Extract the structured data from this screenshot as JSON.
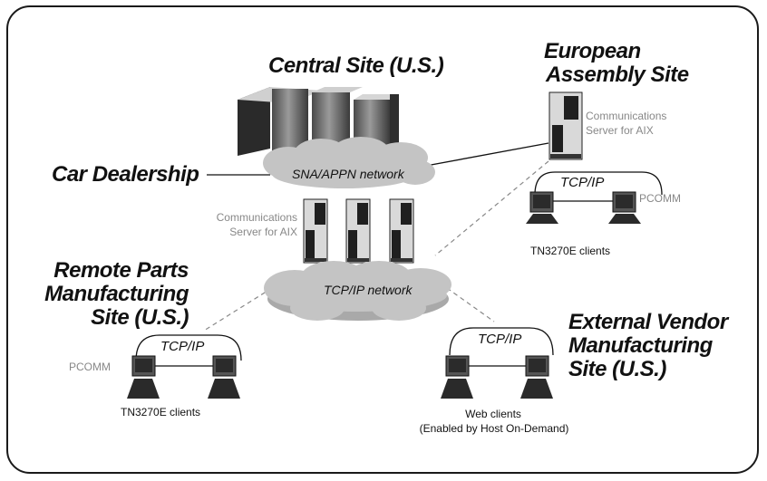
{
  "sites": {
    "central": "Central Site (U.S.)",
    "european_line1": "European",
    "european_line2": "Assembly Site",
    "dealership": "Car Dealership",
    "remote_line1": "Remote Parts",
    "remote_line2": "Manufacturing",
    "remote_line3": "Site (U.S.)",
    "external_line1": "External Vendor",
    "external_line2": "Manufacturing",
    "external_line3": "Site (U.S.)"
  },
  "networks": {
    "sna": "SNA/APPN network",
    "tcp": "TCP/IP network"
  },
  "servers": {
    "european_line1": "Communications",
    "european_line2": "Server for AIX",
    "central_line1": "Communications",
    "central_line2": "Server for AIX"
  },
  "lans": {
    "european_tcp": "TCP/IP",
    "remote_tcp": "TCP/IP",
    "external_tcp": "TCP/IP"
  },
  "clients": {
    "european_pcomm": "PCOMM",
    "european_clients": "TN3270E clients",
    "remote_pcomm": "PCOMM",
    "remote_clients": "TN3270E clients",
    "external_clients": "Web clients",
    "external_note": "(Enabled by Host On-Demand)"
  },
  "colors": {
    "cloud": "#c4c4c4",
    "cloud_shade": "#a9a9a9",
    "server_dark": "#1f1f1f",
    "server_light": "#bdbdbd",
    "gray_text": "#888888"
  }
}
